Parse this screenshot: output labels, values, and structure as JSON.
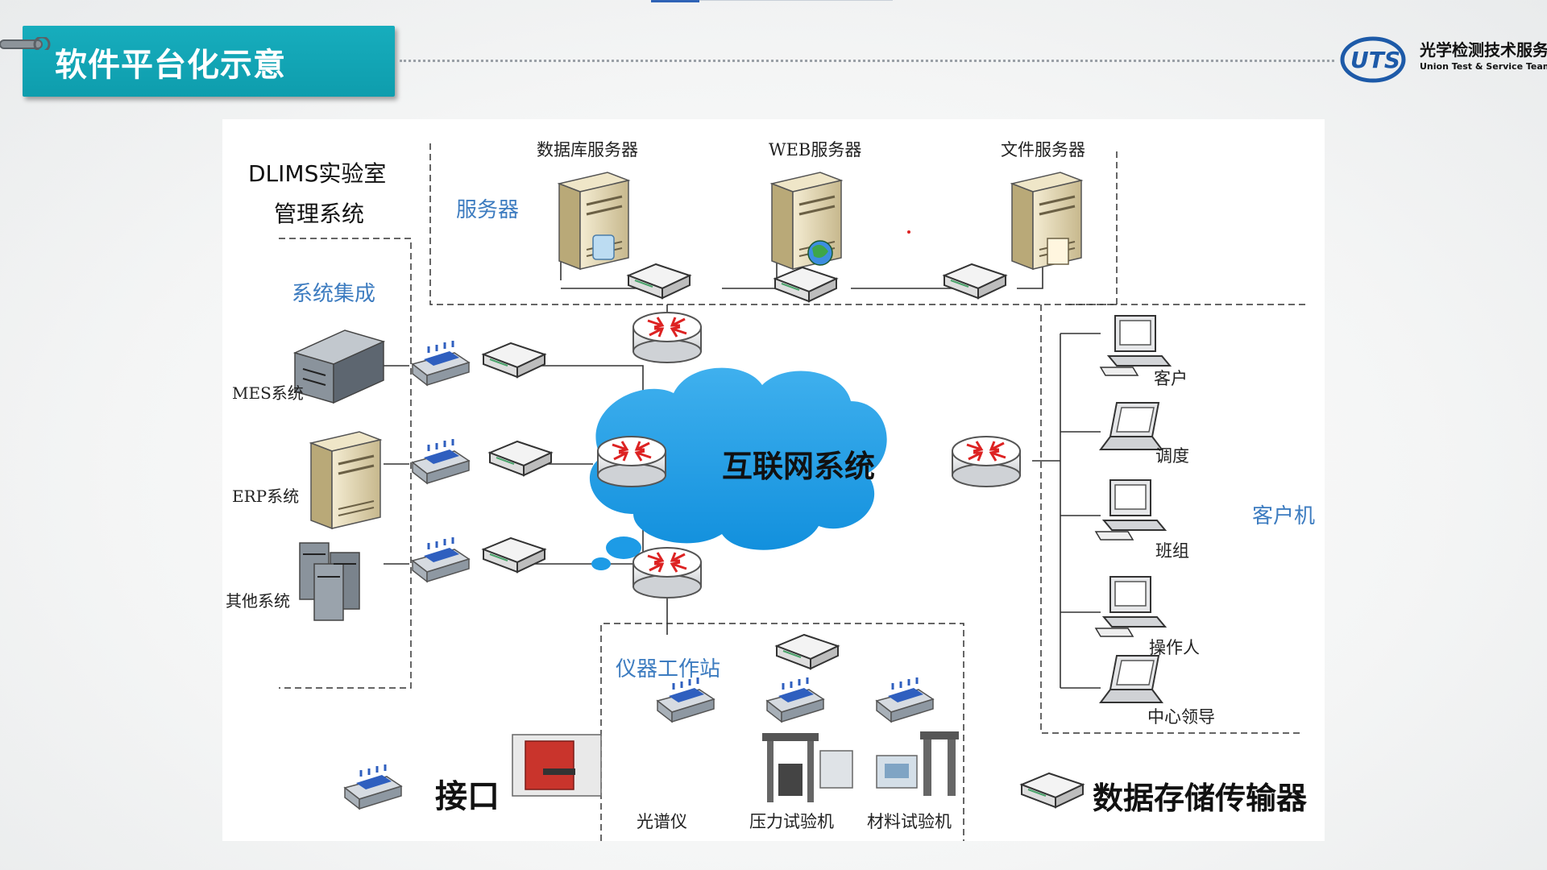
{
  "slide": {
    "title": "软件平台化示意",
    "logo": {
      "name": "UTS",
      "cn": "光学检测技术服务",
      "en": "Union Test & Service Team"
    }
  },
  "diagram": {
    "system_title_line1": "DLIMS实验室",
    "system_title_line2": "管理系统",
    "center_label": "互联网系统",
    "groups": {
      "servers": "服务器",
      "integration": "系统集成",
      "clients": "客户机",
      "instruments": "仪器工作站"
    },
    "servers": [
      "数据库服务器",
      "WEB服务器",
      "文件服务器"
    ],
    "systems": [
      "MES系统",
      "ERP系统",
      "其他系统"
    ],
    "clients": [
      "客户",
      "调度",
      "班组",
      "操作人",
      "中心领导"
    ],
    "instruments": [
      "光谱仪",
      "压力试验机",
      "材料试验机"
    ],
    "legend": {
      "interface": "接口",
      "storage": "数据存储传输器"
    }
  }
}
